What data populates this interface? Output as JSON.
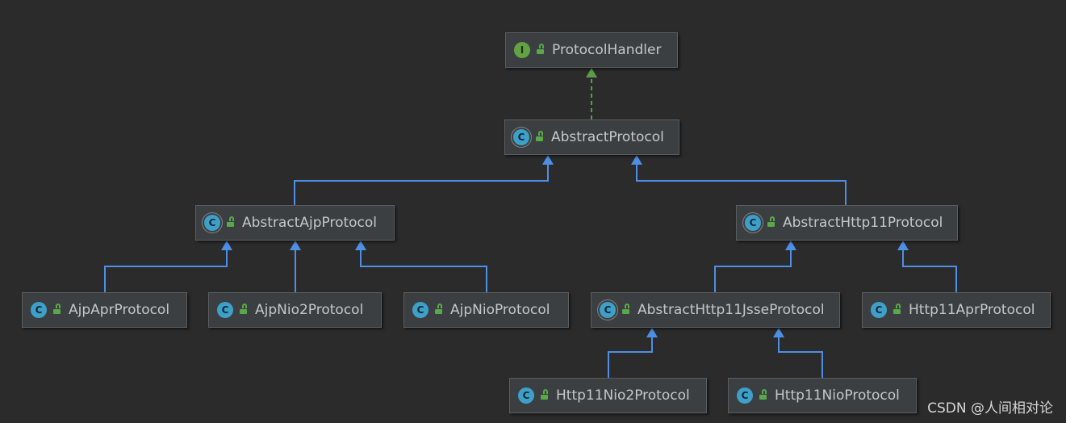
{
  "nodes": [
    {
      "id": "protocol-handler",
      "label": "ProtocolHandler",
      "kind": "interface",
      "kind_glyph": "I",
      "kind_icon": "interface-icon",
      "abstract": false
    },
    {
      "id": "abstract-protocol",
      "label": "AbstractProtocol",
      "kind": "class",
      "kind_glyph": "C",
      "kind_icon": "abstract-class-icon",
      "abstract": true
    },
    {
      "id": "abstract-ajp-protocol",
      "label": "AbstractAjpProtocol",
      "kind": "class",
      "kind_glyph": "C",
      "kind_icon": "abstract-class-icon",
      "abstract": true
    },
    {
      "id": "abstract-http11-protocol",
      "label": "AbstractHttp11Protocol",
      "kind": "class",
      "kind_glyph": "C",
      "kind_icon": "abstract-class-icon",
      "abstract": true
    },
    {
      "id": "ajp-apr-protocol",
      "label": "AjpAprProtocol",
      "kind": "class",
      "kind_glyph": "C",
      "kind_icon": "class-icon",
      "abstract": false
    },
    {
      "id": "ajp-nio2-protocol",
      "label": "AjpNio2Protocol",
      "kind": "class",
      "kind_glyph": "C",
      "kind_icon": "class-icon",
      "abstract": false
    },
    {
      "id": "ajp-nio-protocol",
      "label": "AjpNioProtocol",
      "kind": "class",
      "kind_glyph": "C",
      "kind_icon": "class-icon",
      "abstract": false
    },
    {
      "id": "abstract-http11-jsse-protocol",
      "label": "AbstractHttp11JsseProtocol",
      "kind": "class",
      "kind_glyph": "C",
      "kind_icon": "abstract-class-icon",
      "abstract": true
    },
    {
      "id": "http11-apr-protocol",
      "label": "Http11AprProtocol",
      "kind": "class",
      "kind_glyph": "C",
      "kind_icon": "class-icon",
      "abstract": false
    },
    {
      "id": "http11-nio2-protocol",
      "label": "Http11Nio2Protocol",
      "kind": "class",
      "kind_glyph": "C",
      "kind_icon": "class-icon",
      "abstract": false
    },
    {
      "id": "http11-nio-protocol",
      "label": "Http11NioProtocol",
      "kind": "class",
      "kind_glyph": "C",
      "kind_icon": "class-icon",
      "abstract": false
    }
  ],
  "edges": [
    {
      "from": "abstract-protocol",
      "to": "protocol-handler",
      "type": "implements"
    },
    {
      "from": "abstract-ajp-protocol",
      "to": "abstract-protocol",
      "type": "extends"
    },
    {
      "from": "abstract-http11-protocol",
      "to": "abstract-protocol",
      "type": "extends"
    },
    {
      "from": "ajp-apr-protocol",
      "to": "abstract-ajp-protocol",
      "type": "extends"
    },
    {
      "from": "ajp-nio2-protocol",
      "to": "abstract-ajp-protocol",
      "type": "extends"
    },
    {
      "from": "ajp-nio-protocol",
      "to": "abstract-ajp-protocol",
      "type": "extends"
    },
    {
      "from": "abstract-http11-jsse-protocol",
      "to": "abstract-http11-protocol",
      "type": "extends"
    },
    {
      "from": "http11-apr-protocol",
      "to": "abstract-http11-protocol",
      "type": "extends"
    },
    {
      "from": "http11-nio2-protocol",
      "to": "abstract-http11-jsse-protocol",
      "type": "extends"
    },
    {
      "from": "http11-nio-protocol",
      "to": "abstract-http11-jsse-protocol",
      "type": "extends"
    }
  ],
  "colors": {
    "background": "#2b2b2b",
    "node_fill": "#3c3f41",
    "node_border": "#5b5e60",
    "label": "#c4c7c9",
    "extends_edge": "#4d8fe4",
    "implements_edge": "#5e9b47",
    "interface_icon": "#62a242",
    "class_icon": "#3ea0c8",
    "lock_icon": "#59a84a"
  },
  "watermark": "CSDN @人间相对论"
}
